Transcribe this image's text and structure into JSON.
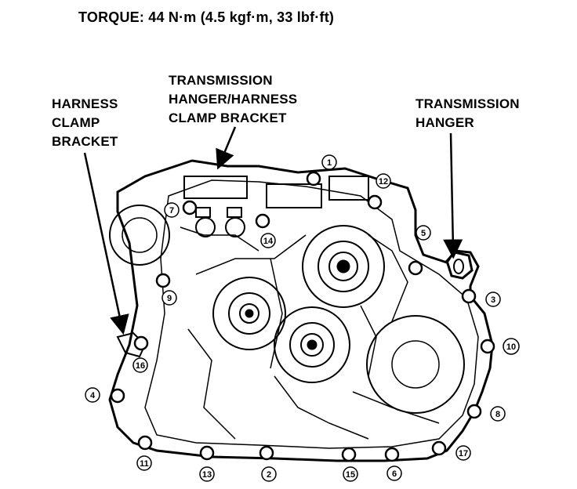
{
  "torque": "TORQUE: 44 N·m (4.5 kgf·m, 33 lbf·ft)",
  "labels": {
    "harness_clamp_bracket": "HARNESS\nCLAMP\nBRACKET",
    "trans_hanger_harness": "TRANSMISSION\nHANGER/HARNESS\nCLAMP BRACKET",
    "trans_hanger": "TRANSMISSION\nHANGER"
  },
  "bolts": [
    "1",
    "2",
    "3",
    "4",
    "5",
    "6",
    "7",
    "8",
    "9",
    "10",
    "11",
    "12",
    "13",
    "14",
    "15",
    "16",
    "17"
  ]
}
